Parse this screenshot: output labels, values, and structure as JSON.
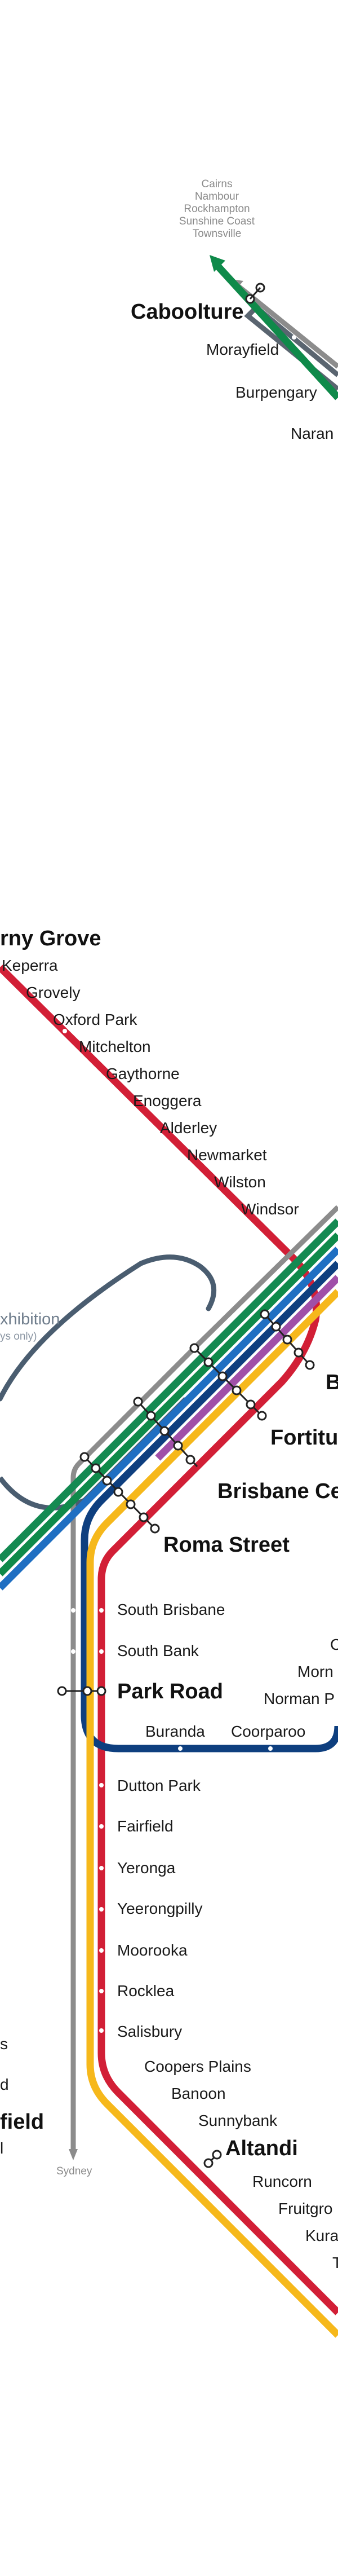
{
  "north_extension": [
    "Cairns",
    "Nambour",
    "Rockhampton",
    "Sunshine Coast",
    "Townsville"
  ],
  "stations": {
    "caboolture": "Caboolture",
    "morayfield": "Morayfield",
    "burpengary": "Burpengary",
    "narangba": "Naran",
    "ferny_grove": "rny Grove",
    "keperra": "Keperra",
    "grovely": "Grovely",
    "oxford_park": "Oxford Park",
    "mitchelton": "Mitchelton",
    "gaythorne": "Gaythorne",
    "enoggera": "Enoggera",
    "alderley": "Alderley",
    "newmarket": "Newmarket",
    "wilston": "Wilston",
    "windsor": "Windsor",
    "exhibition": "xhibition",
    "exhibition_note": "ys only)",
    "bowen_hills": "B",
    "fortitude_valley": "Fortitu",
    "brisbane_central": "Brisbane Ce",
    "roma_street": "Roma Street",
    "south_brisbane": "South Brisbane",
    "south_bank": "South Bank",
    "park_road": "Park Road",
    "buranda": "Buranda",
    "coorparoo": "Coorparoo",
    "norman_park": "Norman P",
    "morningside": "Morn",
    "cannon_hill": "C",
    "dutton_park": "Dutton Park",
    "fairfield": "Fairfield",
    "yeronga": "Yeronga",
    "yeerongpilly": "Yeerongpilly",
    "moorooka": "Moorooka",
    "rocklea": "Rocklea",
    "salisbury": "Salisbury",
    "coopers_plains": "Coopers Plains",
    "banoon": "Banoon",
    "sunnybank": "Sunnybank",
    "altandi": "Altandi",
    "runcorn": "Runcorn",
    "fruitgrove": "Fruitgro",
    "kuraby": "Kura",
    "trinder_park": "T",
    "sydney": "Sydney",
    "left_partial_1": "s",
    "left_partial_2": "d",
    "left_partial_3": "field",
    "left_partial_4": "l"
  },
  "line_colors": {
    "grey": "#8c8c8c",
    "dark_grey": "#5a6570",
    "green": "#148a52",
    "teal_green": "#0f8a4a",
    "blue": "#1f6fc2",
    "navy": "#0e3f7f",
    "purple": "#a04fa8",
    "red": "#d21f36",
    "yellow": "#f6b81b",
    "exhibition": "#4a5d70"
  }
}
